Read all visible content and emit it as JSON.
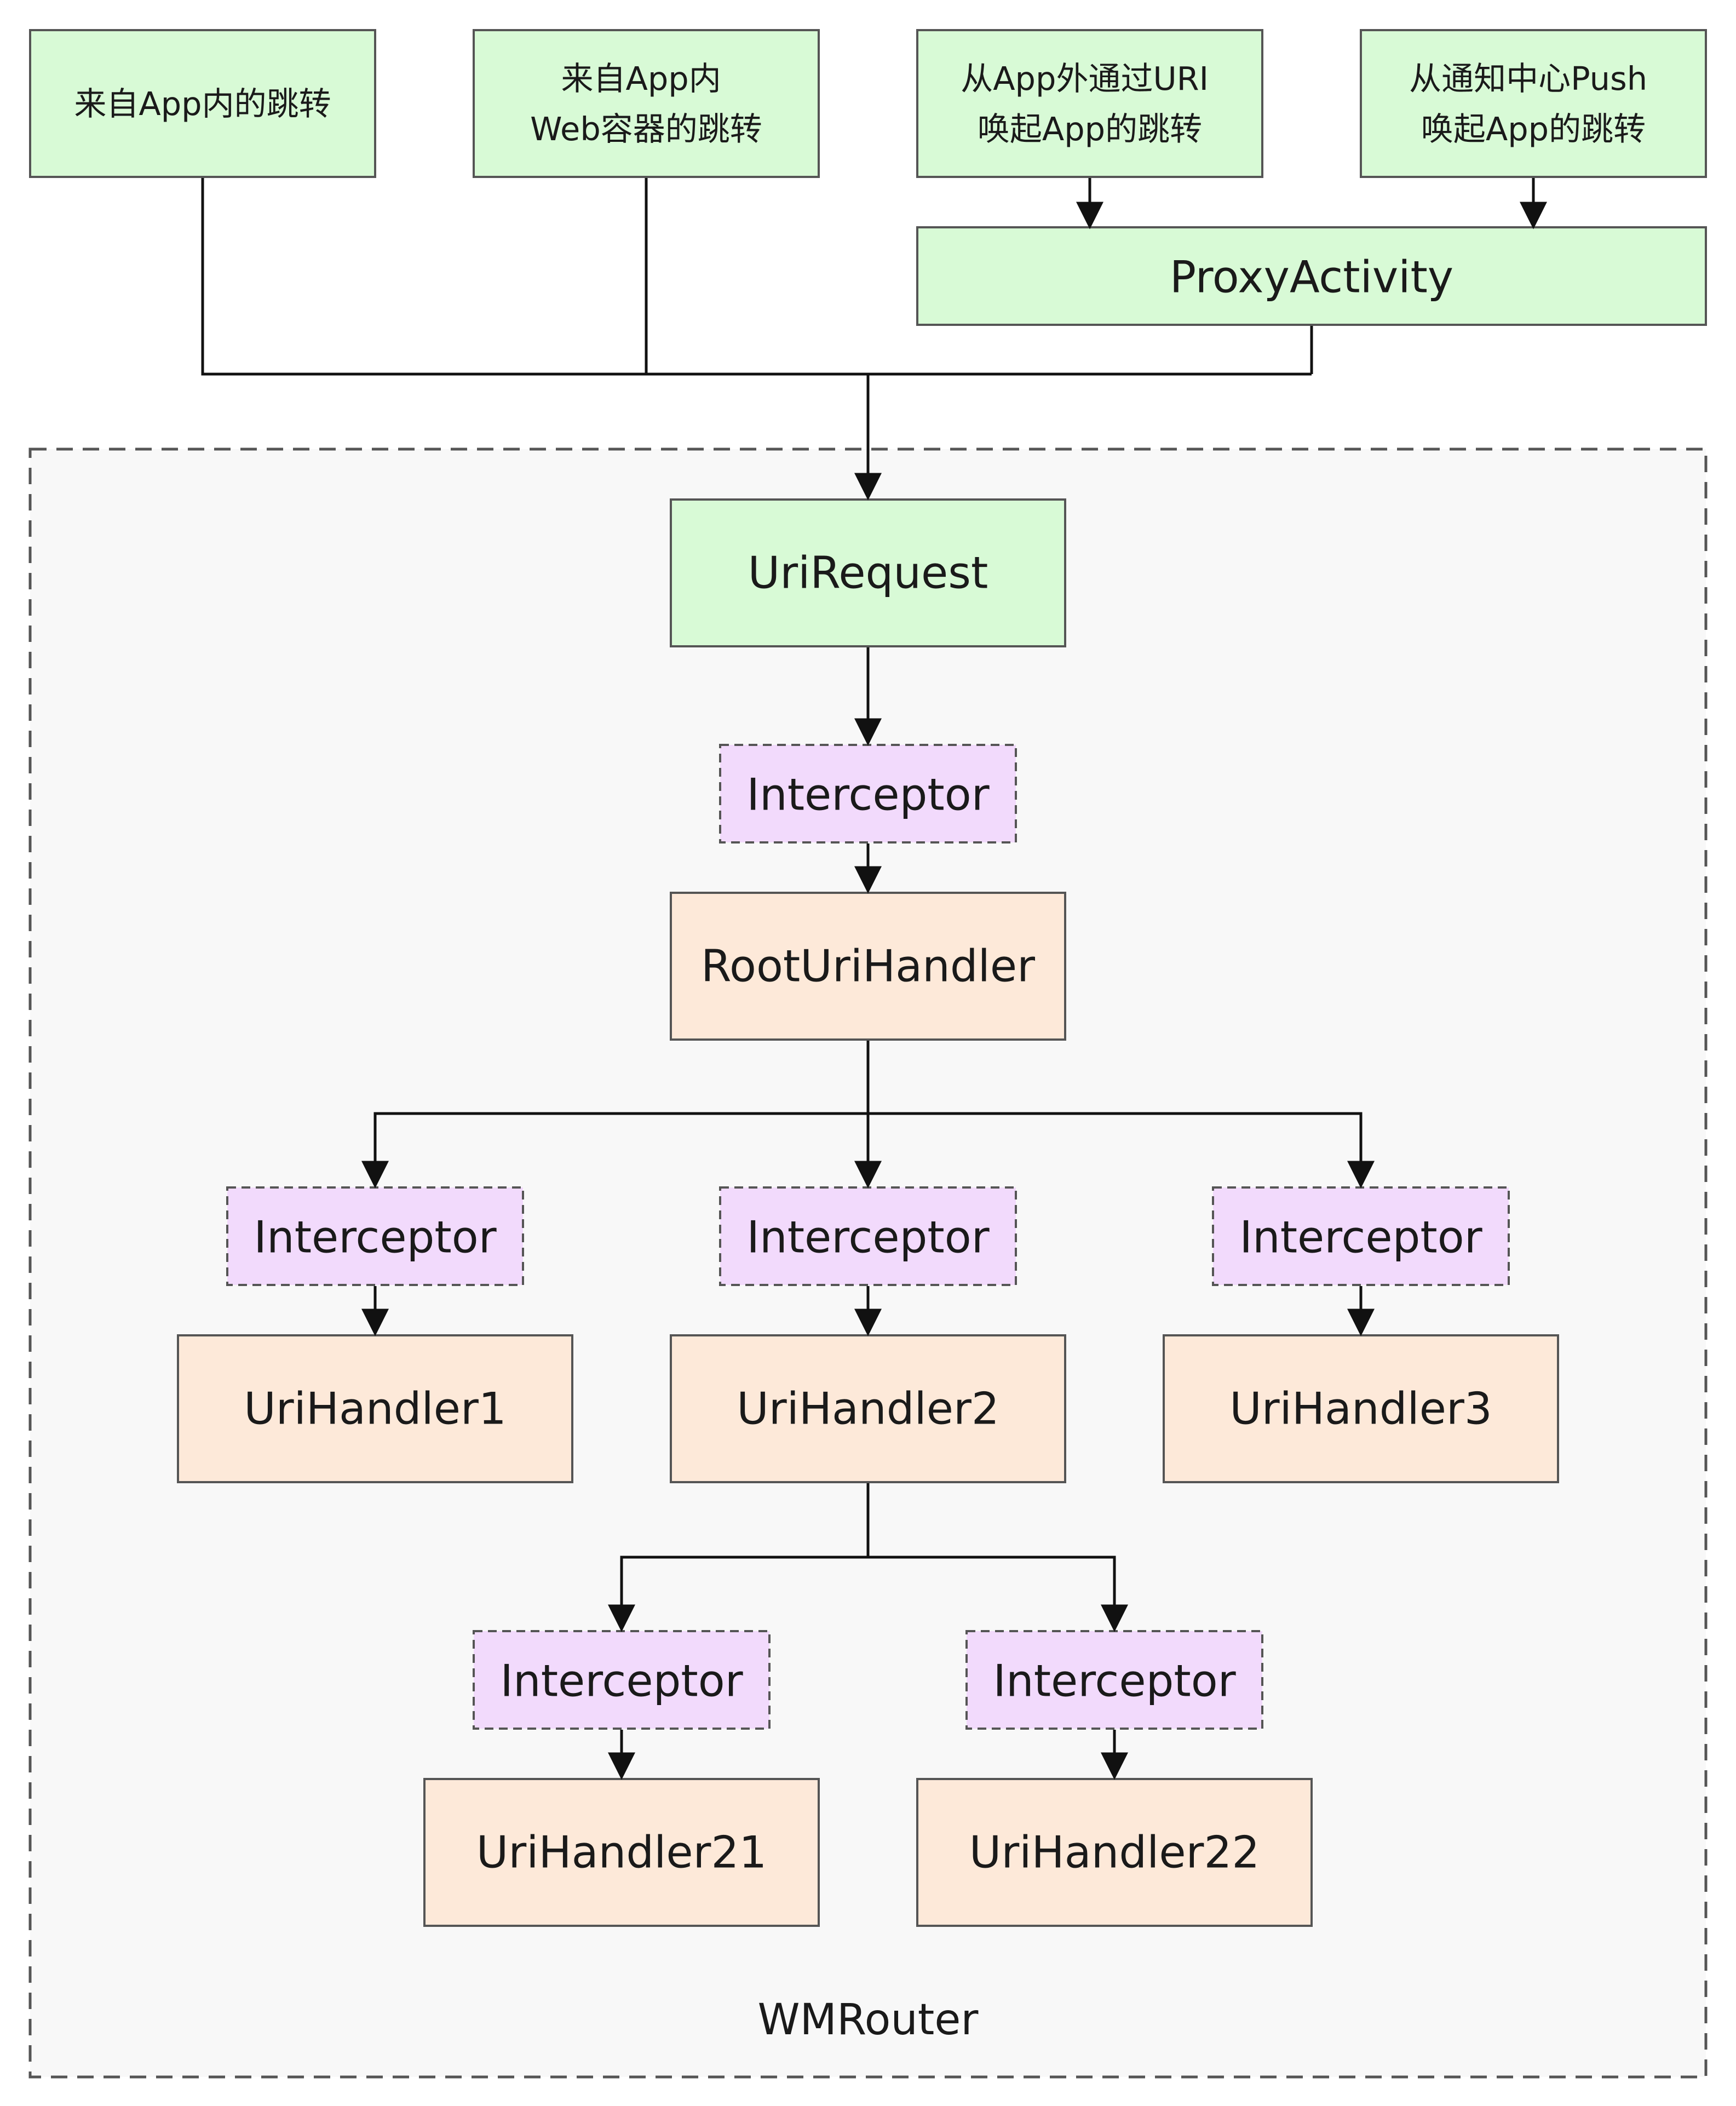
{
  "sources": {
    "in_app": {
      "lines": [
        "来自App内的跳转"
      ]
    },
    "web_container": {
      "lines": [
        "来自App内",
        "Web容器的跳转"
      ]
    },
    "external_uri": {
      "lines": [
        "从App外通过URI",
        "唤起App的跳转"
      ]
    },
    "notification_push": {
      "lines": [
        "从通知中心Push",
        "唤起App的跳转"
      ]
    }
  },
  "proxy_activity": "ProxyActivity",
  "container_label": "WMRouter",
  "uri_request": "UriRequest",
  "interceptor_label": "Interceptor",
  "root_handler": "RootUriHandler",
  "handlers": {
    "h1": "UriHandler1",
    "h2": "UriHandler2",
    "h3": "UriHandler3",
    "h21": "UriHandler21",
    "h22": "UriHandler22"
  },
  "colors": {
    "source_fill": "#d8fad6",
    "interceptor_fill": "#f2dafc",
    "handler_fill": "#fde9d9",
    "container_fill": "#f8f8f8",
    "stroke": "#555555",
    "connector": "#111111"
  }
}
